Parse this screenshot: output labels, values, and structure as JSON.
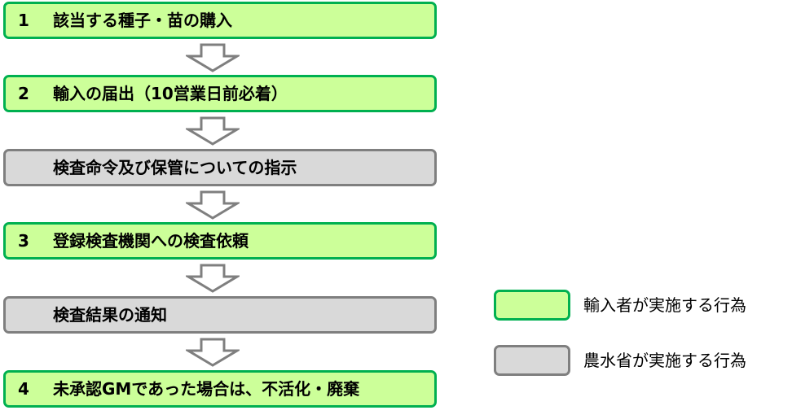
{
  "steps": [
    {
      "number": "1",
      "label": "該当する種子・苗の購入",
      "actor": "importer"
    },
    {
      "number": "2",
      "label": "輸入の届出（10営業日前必着）",
      "actor": "importer"
    },
    {
      "number": "",
      "label": "検査命令及び保管についての指示",
      "actor": "ministry"
    },
    {
      "number": "3",
      "label": "登録検査機関への検査依頼",
      "actor": "importer"
    },
    {
      "number": "",
      "label": "検査結果の通知",
      "actor": "ministry"
    },
    {
      "number": "4",
      "label": "未承認GMであった場合は、不活化・廃棄",
      "actor": "importer"
    }
  ],
  "legend": {
    "importer_label": "輸入者が実施する行為",
    "ministry_label": "農水省が実施する行為"
  },
  "colors": {
    "importer_fill": "#ccff99",
    "importer_border": "#00b050",
    "ministry_fill": "#d9d9d9",
    "ministry_border": "#7f7f7f",
    "arrow_border": "#7f7f7f"
  }
}
